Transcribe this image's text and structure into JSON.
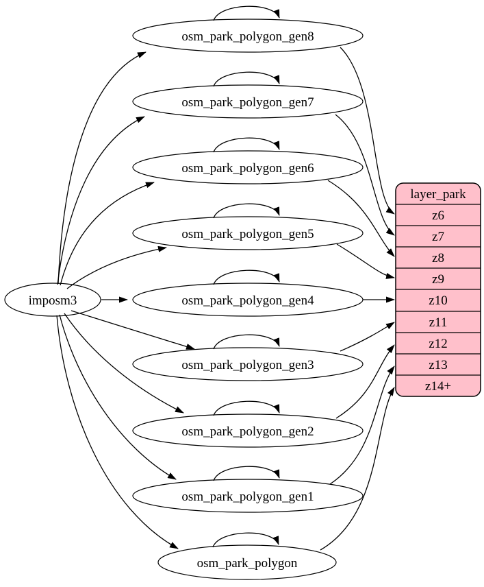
{
  "nodes": {
    "imposm3": {
      "label": "imposm3"
    },
    "gen8": {
      "label": "osm_park_polygon_gen8"
    },
    "gen7": {
      "label": "osm_park_polygon_gen7"
    },
    "gen6": {
      "label": "osm_park_polygon_gen6"
    },
    "gen5": {
      "label": "osm_park_polygon_gen5"
    },
    "gen4": {
      "label": "osm_park_polygon_gen4"
    },
    "gen3": {
      "label": "osm_park_polygon_gen3"
    },
    "gen2": {
      "label": "osm_park_polygon_gen2"
    },
    "gen1": {
      "label": "osm_park_polygon_gen1"
    },
    "polygon": {
      "label": "osm_park_polygon"
    }
  },
  "record": {
    "title": "layer_park",
    "rows": [
      "z6",
      "z7",
      "z8",
      "z9",
      "z10",
      "z11",
      "z12",
      "z13",
      "z14+"
    ]
  },
  "connections": {
    "from_source": [
      {
        "from": "imposm3",
        "to": "osm_park_polygon_gen8"
      },
      {
        "from": "imposm3",
        "to": "osm_park_polygon_gen7"
      },
      {
        "from": "imposm3",
        "to": "osm_park_polygon_gen6"
      },
      {
        "from": "imposm3",
        "to": "osm_park_polygon_gen5"
      },
      {
        "from": "imposm3",
        "to": "osm_park_polygon_gen4"
      },
      {
        "from": "imposm3",
        "to": "osm_park_polygon_gen3"
      },
      {
        "from": "imposm3",
        "to": "osm_park_polygon_gen2"
      },
      {
        "from": "imposm3",
        "to": "osm_park_polygon_gen1"
      },
      {
        "from": "imposm3",
        "to": "osm_park_polygon"
      }
    ],
    "self_loops": [
      "osm_park_polygon_gen8",
      "osm_park_polygon_gen7",
      "osm_park_polygon_gen6",
      "osm_park_polygon_gen5",
      "osm_park_polygon_gen4",
      "osm_park_polygon_gen3",
      "osm_park_polygon_gen2",
      "osm_park_polygon_gen1",
      "osm_park_polygon"
    ],
    "to_layer": [
      {
        "from": "osm_park_polygon_gen8",
        "to": "z6"
      },
      {
        "from": "osm_park_polygon_gen7",
        "to": "z7"
      },
      {
        "from": "osm_park_polygon_gen6",
        "to": "z8"
      },
      {
        "from": "osm_park_polygon_gen5",
        "to": "z9"
      },
      {
        "from": "osm_park_polygon_gen4",
        "to": "z10"
      },
      {
        "from": "osm_park_polygon_gen3",
        "to": "z11"
      },
      {
        "from": "osm_park_polygon_gen2",
        "to": "z12"
      },
      {
        "from": "osm_park_polygon_gen1",
        "to": "z13"
      },
      {
        "from": "osm_park_polygon",
        "to": "z14+"
      }
    ]
  },
  "colors": {
    "record_fill": "#ffc0cb",
    "node_fill": "#ffffff",
    "line": "#000000",
    "background": "#ffffff"
  }
}
